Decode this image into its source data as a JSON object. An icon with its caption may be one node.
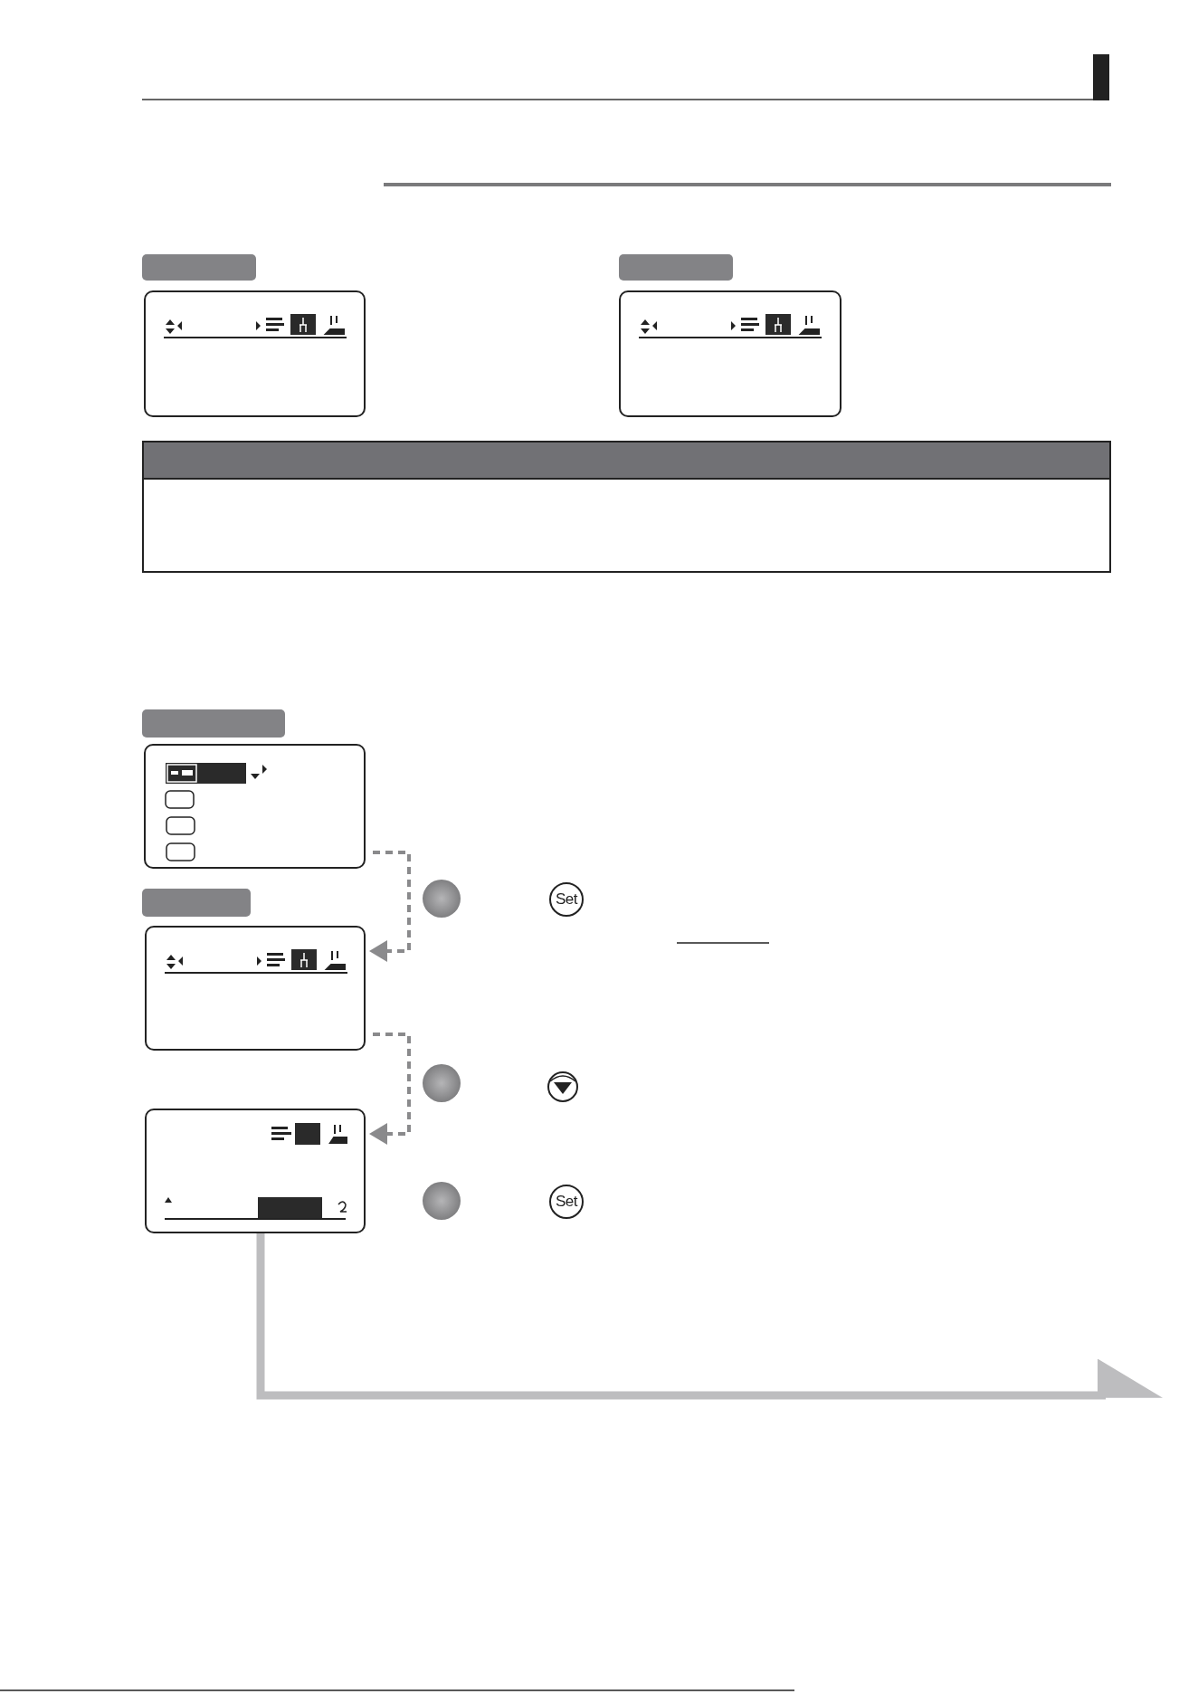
{
  "diagram": {
    "nodes": [
      {
        "text": [],
        "shape": "bar"
      },
      {
        "text": [],
        "shape": "bar"
      },
      {
        "text": [],
        "shape": "box"
      },
      {
        "text": [],
        "shape": "box"
      },
      {
        "text": [],
        "shape": "bar"
      },
      {
        "text": [],
        "shape": "box"
      },
      {
        "text": [],
        "shape": "bar"
      },
      {
        "text": [],
        "shape": "box"
      },
      {
        "text": [],
        "shape": "box"
      }
    ],
    "edges": [
      {
        "from": 5,
        "to": 7,
        "arrow": "to",
        "style": "dashed"
      },
      {
        "from": 7,
        "to": 8,
        "arrow": "to",
        "style": "dashed"
      },
      {
        "from": 8,
        "to": null,
        "arrow": "to",
        "style": "thick",
        "color": "#bdbdbf"
      }
    ],
    "labels": [
      "Set",
      "Set"
    ]
  }
}
